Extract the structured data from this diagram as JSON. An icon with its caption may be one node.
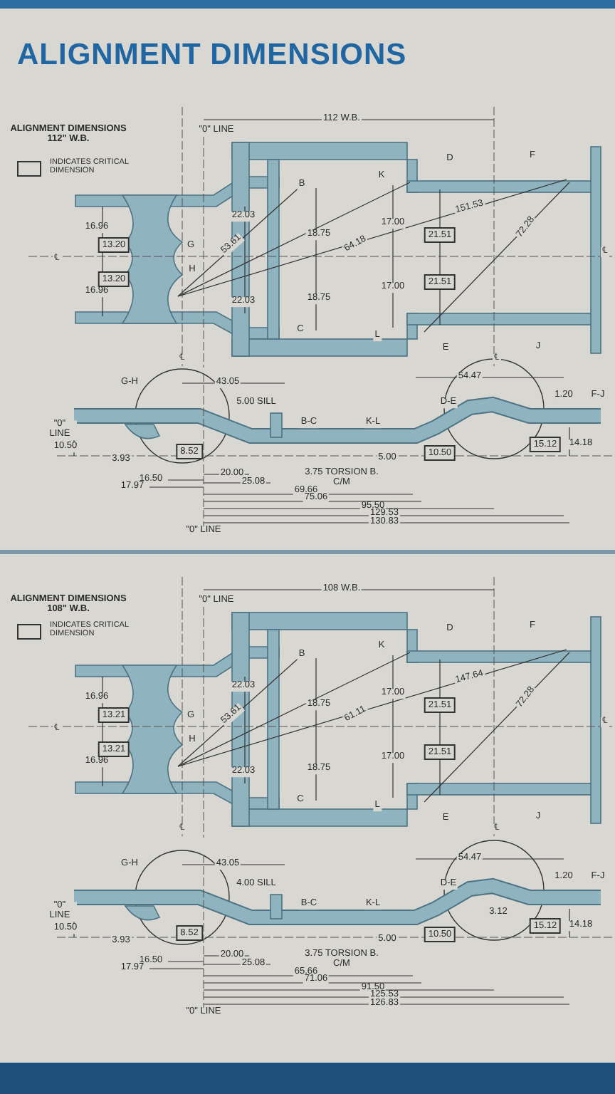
{
  "diagram": {
    "title": "ALIGNMENT DIMENSIONS",
    "nodes": [
      {
        "text": [
          "13.20"
        ]
      },
      {
        "text": [
          "13.20"
        ]
      },
      {
        "text": [
          "21.51"
        ]
      },
      {
        "text": [
          "21.51"
        ]
      },
      {
        "text": [
          "8.52"
        ]
      },
      {
        "text": [
          "10.50"
        ]
      },
      {
        "text": [
          "15.12"
        ]
      },
      {
        "text": [
          "13.21"
        ]
      },
      {
        "text": [
          "13.21"
        ]
      },
      {
        "text": [
          "21.51"
        ]
      },
      {
        "text": [
          "21.51"
        ]
      },
      {
        "text": [
          "8.52"
        ]
      },
      {
        "text": [
          "10.50"
        ]
      },
      {
        "text": [
          "15.12"
        ]
      }
    ],
    "labels": [
      "ALIGNMENT DIMENSIONS 112\" W.B.",
      "\"0\" LINE",
      "112 W.B.",
      "℄",
      "16.96",
      "16.96",
      "G",
      "H",
      "B",
      "22.03",
      "53.61",
      "18.75",
      "18.75",
      "22.03",
      "C",
      "K",
      "D",
      "F",
      "64.18",
      "151.53",
      "17.00",
      "17.00",
      "72.28",
      "℄",
      "L",
      "E",
      "J",
      "℄",
      "℄",
      "G-H",
      "43.05",
      "54.47",
      "5.00 SILL",
      "1.20",
      "F-J",
      "D-E",
      "\"0\" LINE",
      "B-C",
      "K-L",
      "10.50",
      "14.18",
      "3.93",
      "5.00",
      "20.00",
      "3.75 TORSION B. C/M",
      "16.50",
      "17.97",
      "25.08",
      "69.66",
      "75.06",
      "95.50",
      "129.53",
      "130.83",
      "\"0\" LINE",
      "ALIGNMENT DIMENSIONS 108\" W.B.",
      "\"0\" LINE",
      "108 W.B.",
      "℄",
      "16.96",
      "16.96",
      "G",
      "H",
      "B",
      "22.03",
      "53.61",
      "18.75",
      "18.75",
      "22.03",
      "C",
      "K",
      "D",
      "F",
      "61.11",
      "147.64",
      "17.00",
      "17.00",
      "72.28",
      "℄",
      "L",
      "E",
      "J",
      "℄",
      "℄",
      "G-H",
      "43.05",
      "54.47",
      "4.00 SILL",
      "1.20",
      "F-J",
      "D-E",
      "\"0\" LINE",
      "B-C",
      "K-L",
      "10.50",
      "14.18",
      "3.93",
      "5.00",
      "20.00",
      "3.75 TORSION B. C/M",
      "16.50",
      "17.97",
      "25.08",
      "65.66",
      "71.06",
      "91.50",
      "125.53",
      "126.83",
      "\"0\" LINE",
      "3.12"
    ],
    "legend": [
      {
        "text": "INDICATES CRITICAL DIMENSION"
      },
      {
        "text": "INDICATES CRITICAL DIMENSION"
      }
    ]
  }
}
